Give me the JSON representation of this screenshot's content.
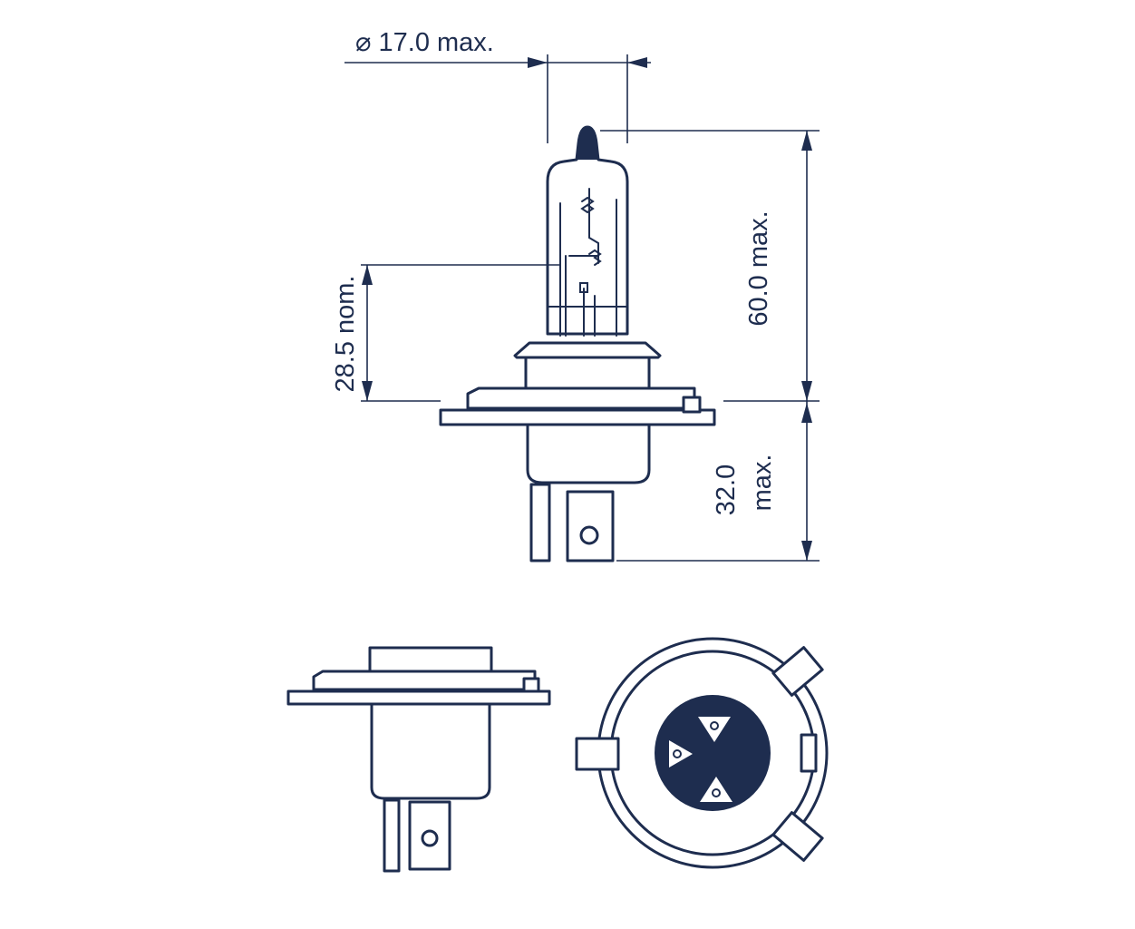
{
  "dimensions": {
    "diameter": "⌀ 17.0 max.",
    "overall_height": "60.0 max.",
    "light_center": "28.5 nom.",
    "base_height_value": "32.0",
    "base_height_suffix": "max."
  },
  "colors": {
    "line": "#1e2d4f",
    "background": "#ffffff"
  }
}
